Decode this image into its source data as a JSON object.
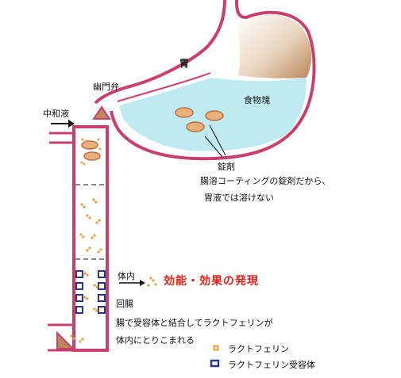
{
  "labels": {
    "stomach": "胃",
    "pylorus": "幽門弁",
    "neutralizer": "中和液",
    "food_mass": "食物塊",
    "tablet": "錠剤",
    "coating_note_line1": "腸溶コーティングの錠剤だから、",
    "coating_note_line2": "胃液では溶けない",
    "inside_body": "体内",
    "effect": "効能・効果の発現",
    "ileum": "回腸",
    "absorb_line1": "腸で受容体と結合してラクトフェリンが",
    "absorb_line2": "体内にとりこまれる"
  },
  "legend": [
    {
      "label": "ラクトフェリン",
      "symbol": "lactoferrin-dots",
      "color": "#e8a040"
    },
    {
      "label": "ラクトフェリン受容体",
      "symbol": "receptor-square",
      "color": "#2a3a8a"
    }
  ],
  "colors": {
    "wall": "#c9406e",
    "fluid": "#bfeaf2",
    "tablet_fill": "#e8b07a",
    "tablet_edge": "#b97040",
    "dots": "#e8a040",
    "receptor": "#2a3a8a",
    "gastric_top": "#c49a70",
    "intestine_fill": "#ffffff"
  }
}
